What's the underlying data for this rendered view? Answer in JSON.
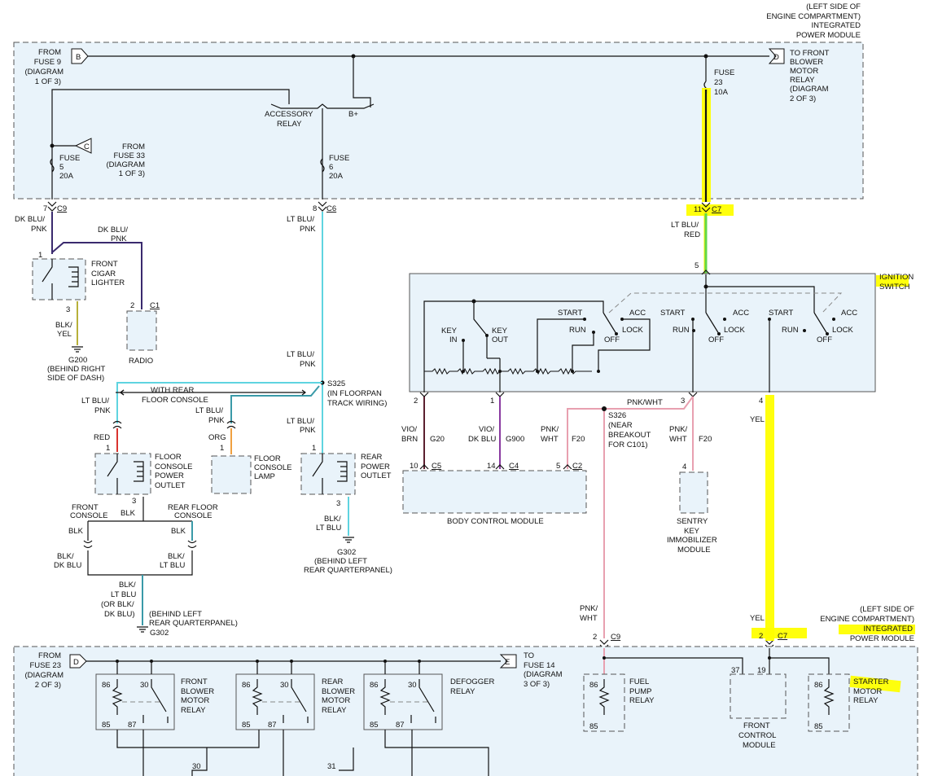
{
  "labels": {
    "ipm_top": [
      "(LEFT SIDE OF",
      "ENGINE COMPARTMENT)",
      "INTEGRATED",
      "POWER MODULE"
    ],
    "from_fuse9": [
      "FROM",
      "FUSE 9",
      "(DIAGRAM",
      "1 OF 3)"
    ],
    "conn_b": "B",
    "conn_d": "D",
    "to_front_blower": [
      "TO FRONT",
      "BLOWER",
      "MOTOR",
      "RELAY",
      "(DIAGRAM",
      "2 OF 3)"
    ],
    "fuse23": [
      "FUSE",
      "23",
      "10A"
    ],
    "accessory_relay": [
      "ACCESSORY",
      "RELAY"
    ],
    "b_plus": "B+",
    "conn_c": "C",
    "from_fuse33": [
      "FROM",
      "FUSE 33",
      "(DIAGRAM",
      "1 OF 3)"
    ],
    "fuse5": [
      "FUSE",
      "5",
      "20A"
    ],
    "fuse6": [
      "FUSE",
      "6",
      "20A"
    ],
    "c9_pin": "7",
    "c9": "C9",
    "c6_pin": "8",
    "c6": "C6",
    "c7_pin": "11",
    "c7": "C7",
    "dkblu_pnk_1": [
      "DK BLU/",
      "PNK"
    ],
    "dkblu_pnk_2": [
      "DK BLU/",
      "PNK"
    ],
    "ltblu_pnk_1": [
      "LT BLU/",
      "PNK"
    ],
    "ltblu_red": [
      "LT BLU/",
      "RED"
    ],
    "pin5": "5",
    "ignition_switch": [
      "IGNITION",
      "SWITCH"
    ],
    "front_cigar": [
      "FRONT",
      "CIGAR",
      "LIGHTER"
    ],
    "pin1_cigar": "1",
    "pin3_cigar": "3",
    "blk_yel": [
      "BLK/",
      "YEL"
    ],
    "g200": [
      "G200",
      "(BEHIND RIGHT",
      "SIDE OF DASH)"
    ],
    "radio_pin": "2",
    "c1": "C1",
    "radio": "RADIO",
    "ltblu_pnk_2": [
      "LT BLU/",
      "PNK"
    ],
    "s325": [
      "S325",
      "(IN FLOORPAN",
      "TRACK WIRING)"
    ],
    "with_rear": [
      "WITH REAR",
      "FLOOR CONSOLE"
    ],
    "ltblu_pnk_3": [
      "LT BLU/",
      "PNK"
    ],
    "ltblu_pnk_4": [
      "LT BLU/",
      "PNK"
    ],
    "ltblu_pnk_5": [
      "LT BLU/",
      "PNK"
    ],
    "red": "RED",
    "org": "ORG",
    "floor_console_outlet": [
      "FLOOR",
      "CONSOLE",
      "POWER",
      "OUTLET"
    ],
    "floor_console_lamp": [
      "FLOOR",
      "CONSOLE",
      "LAMP"
    ],
    "rear_power_outlet": [
      "REAR",
      "POWER",
      "OUTLET"
    ],
    "pin1_a": "1",
    "pin1_b": "1",
    "pin1_c": "1",
    "pin3_a": "3",
    "pin3_b": "3",
    "front_console": [
      "FRONT",
      "CONSOLE"
    ],
    "blk_1": "BLK",
    "rear_floor_console": [
      "REAR FLOOR",
      "CONSOLE"
    ],
    "blk_2": "BLK",
    "blk_3": "BLK",
    "blk_dkblu": [
      "BLK/",
      "DK BLU"
    ],
    "blk_ltblu_1": [
      "BLK/",
      "LT BLU"
    ],
    "blk_ltblu_2": [
      "BLK/",
      "LT BLU"
    ],
    "blk_ltblu_3": [
      "BLK/",
      "LT BLU",
      "(OR BLK/",
      "DK BLU)"
    ],
    "g302_a": [
      "(BEHIND LEFT",
      "REAR QUARTERPANEL)"
    ],
    "g302_a_name": "G302",
    "g302_b": [
      "G302",
      "(BEHIND LEFT",
      "REAR QUARTERPANEL)"
    ],
    "key_in": [
      "KEY",
      "IN"
    ],
    "key_out": [
      "KEY",
      "OUT"
    ],
    "start1": "START",
    "run1": "RUN",
    "acc1": "ACC",
    "lock1": "LOCK",
    "off1": "OFF",
    "start2": "START",
    "run2": "RUN",
    "acc2": "ACC",
    "lock2": "LOCK",
    "off2": "OFF",
    "start3": "START",
    "run3": "RUN",
    "acc3": "ACC",
    "lock3": "LOCK",
    "off3": "OFF",
    "pin2_ign": "2",
    "pin1_ign": "1",
    "pin3_ign": "3",
    "pin4_ign": "4",
    "vio_brn": [
      "VIO/",
      "BRN"
    ],
    "g20": "G20",
    "vio_dkblu": [
      "VIO/",
      "DK BLU"
    ],
    "g900": "G900",
    "pnk_wht_1": [
      "PNK/",
      "WHT"
    ],
    "f20_1": "F20",
    "pnk_wht_2": "PNK/WHT",
    "s326": [
      "S326",
      "(NEAR",
      "BREAKOUT",
      "FOR C101)"
    ],
    "pnk_wht_3": [
      "PNK/",
      "WHT"
    ],
    "f20_2": "F20",
    "yel_1": "YEL",
    "bcm_c5_pin": "10",
    "c5": "C5",
    "bcm_c4_pin": "14",
    "c4": "C4",
    "bcm_c2_pin": "5",
    "c2": "C2",
    "bcm": "BODY CONTROL MODULE",
    "skim_pin": "4",
    "skim": [
      "SENTRY",
      "KEY",
      "IMMOBILIZER",
      "MODULE"
    ],
    "pnk_wht_4": [
      "PNK/",
      "WHT"
    ],
    "yel_2": "YEL",
    "ipm_bottom": [
      "(LEFT SIDE OF",
      "ENGINE COMPARTMENT)",
      "INTEGRATED",
      "POWER MODULE"
    ],
    "c9b_pin": "2",
    "c9b": "C9",
    "c7b_pin": "2",
    "c7b": "C7",
    "from_fuse23": [
      "FROM",
      "FUSE 23",
      "(DIAGRAM",
      "2 OF 3)"
    ],
    "conn_d2": "D",
    "conn_e": "E",
    "to_fuse14": [
      "TO",
      "FUSE 14",
      "(DIAGRAM",
      "3 OF 3)"
    ],
    "front_blower_relay": [
      "FRONT",
      "BLOWER",
      "MOTOR",
      "RELAY"
    ],
    "rear_blower_relay": [
      "REAR",
      "BLOWER",
      "MOTOR",
      "RELAY"
    ],
    "defogger_relay": [
      "DEFOGGER",
      "RELAY"
    ],
    "fuel_pump_relay": [
      "FUEL",
      "PUMP",
      "RELAY"
    ],
    "front_control_module": [
      "FRONT",
      "CONTROL",
      "MODULE"
    ],
    "starter_relay": [
      "STARTER",
      "MOTOR",
      "RELAY"
    ],
    "p86": "86",
    "p30": "30",
    "p85": "85",
    "p87": "87",
    "p37": "37",
    "p19": "19",
    "p30b": "30",
    "p31": "31"
  },
  "colors": {
    "box_fill": "#e9f3fa",
    "wire_dkblu_pnk": "#3a2a6e",
    "wire_ltblu_pnk": "#5fd4e0",
    "wire_ltblu_red": "#62d84a",
    "wire_blk_yel": "#b7b03a",
    "wire_red": "#d9332f",
    "wire_org": "#f0a040",
    "wire_blk_ltblu": "#3a9aa8",
    "wire_vio_brn": "#5a1f2f",
    "wire_vio_dkblu": "#8a3aa0",
    "wire_pnk_wht": "#e8a0b0",
    "wire_yel": "#f4f000",
    "highlight": "#ffff00"
  }
}
